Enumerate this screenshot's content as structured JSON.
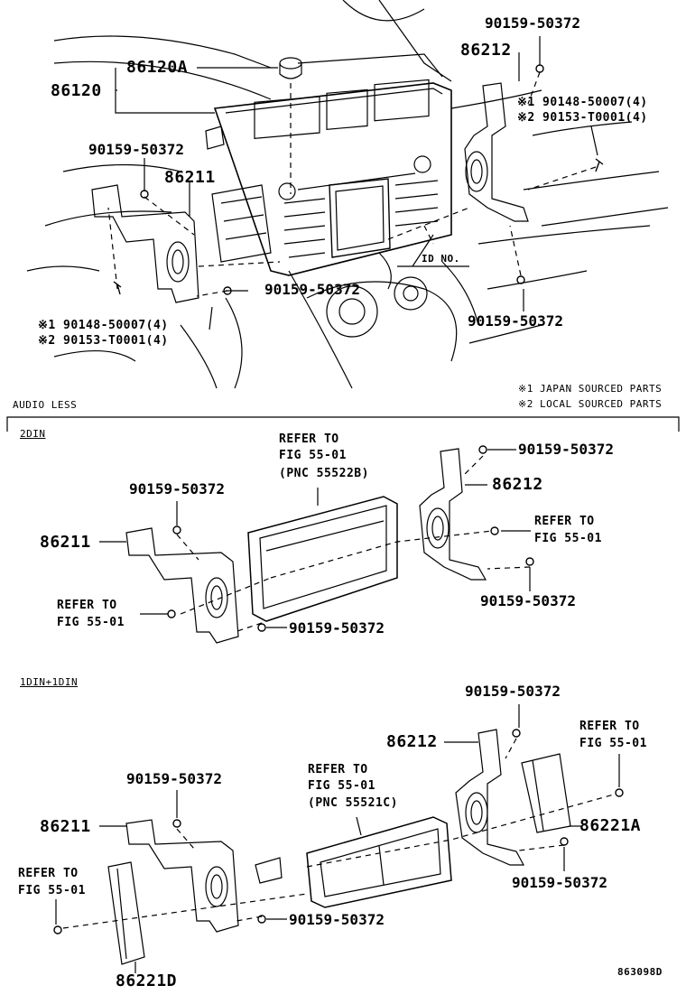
{
  "top": {
    "part_86120A": "86120A",
    "part_86120": "86120",
    "bolt_tr": "90159-50372",
    "bracket_r": "86212",
    "note1_r": "※1 90148-50007(4)",
    "note2_r": "※2 90153-T0001(4)",
    "bolt_l": "90159-50372",
    "bracket_l": "86211",
    "bolt_c": "90159-50372",
    "note1_l": "※1 90148-50007(4)",
    "note2_l": "※2 90153-T0001(4)",
    "id_no": "ID NO.",
    "bolt_rb": "90159-50372"
  },
  "legend": {
    "note1": "※1 JAPAN SOURCED PARTS",
    "note2": "※2 LOCAL SOURCED PARTS"
  },
  "audio_less": "AUDIO LESS",
  "din2": {
    "title": "2DIN",
    "refer_main_1": "REFER TO",
    "refer_main_2": "FIG 55-01",
    "refer_main_3": "(PNC 55522B)",
    "bolt_tr": "90159-50372",
    "bracket_r": "86212",
    "refer_r_1": "REFER TO",
    "refer_r_2": "FIG 55-01",
    "bolt_rb": "90159-50372",
    "bolt_l": "90159-50372",
    "bracket_l": "86211",
    "refer_l_1": "REFER TO",
    "refer_l_2": "FIG 55-01",
    "bolt_c": "90159-50372"
  },
  "din1": {
    "title": "1DIN+1DIN",
    "bolt_t": "90159-50372",
    "bracket_r": "86212",
    "refer_r_1": "REFER TO",
    "refer_r_2": "FIG 55-01",
    "refer_c_1": "REFER TO",
    "refer_c_2": "FIG 55-01",
    "refer_c_3": "(PNC 55521C)",
    "bolt_l": "90159-50372",
    "bracket_l": "86211",
    "part_r": "86221A",
    "bolt_rb": "90159-50372",
    "refer_l_1": "REFER TO",
    "refer_l_2": "FIG 55-01",
    "bolt_c": "90159-50372",
    "part_l": "86221D"
  },
  "figure_code": "863098D"
}
